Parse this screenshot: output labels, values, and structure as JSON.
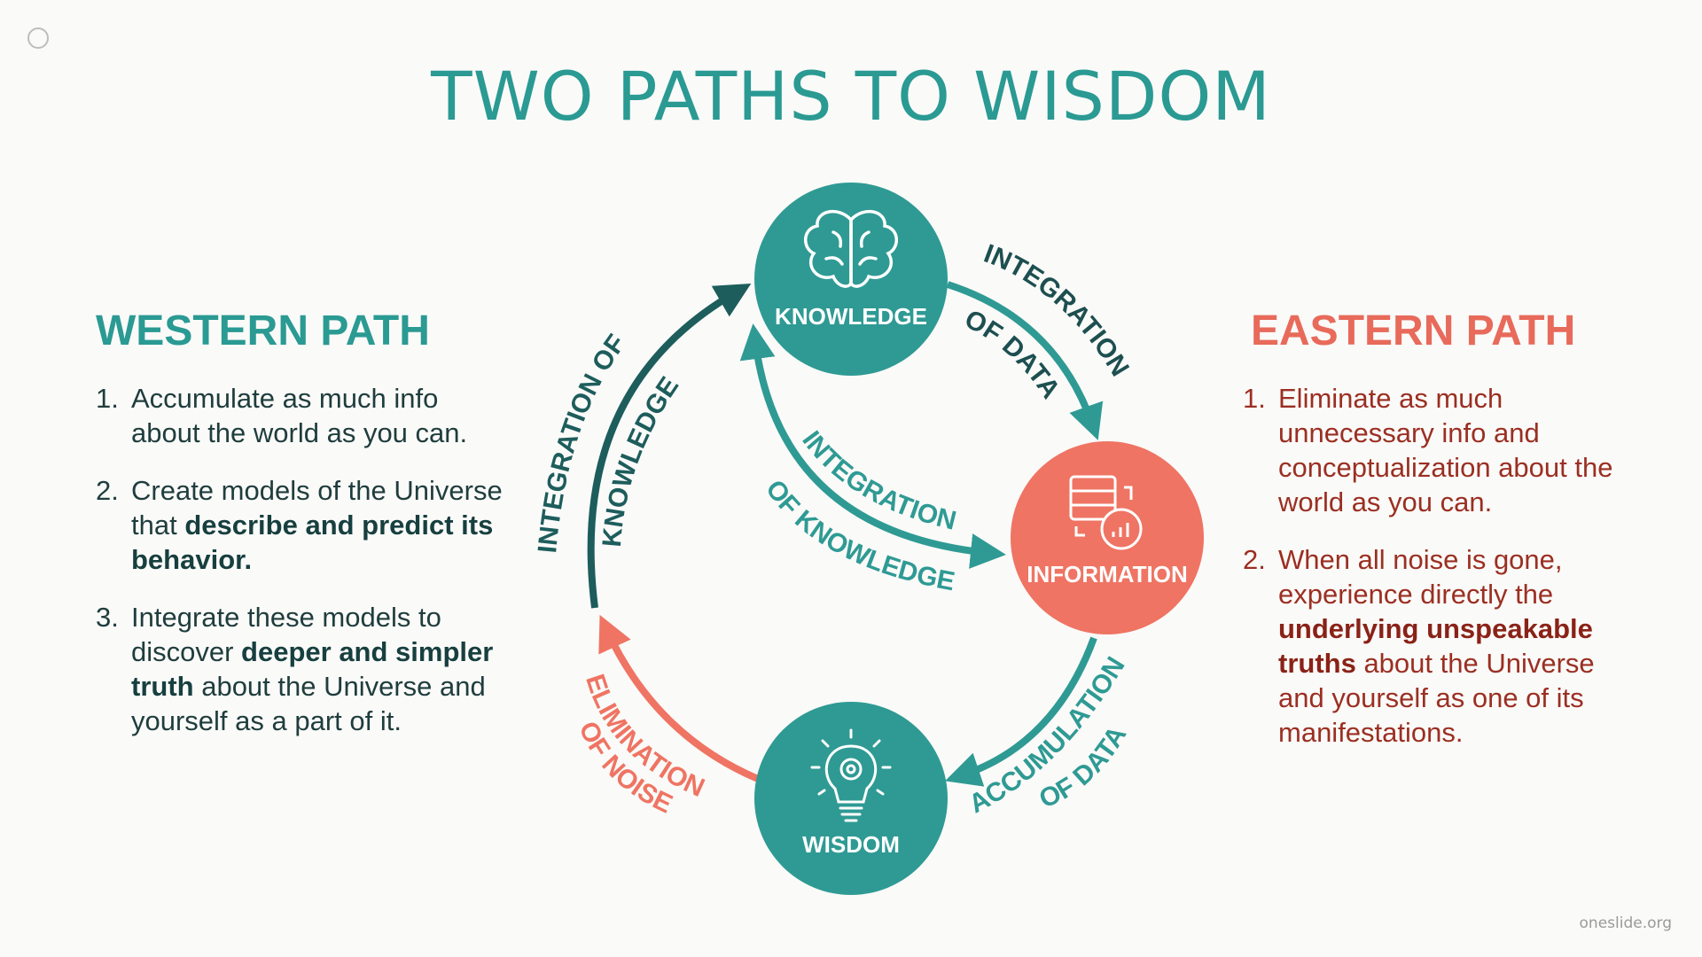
{
  "title": "TWO PATHS TO WISDOM",
  "colors": {
    "teal": "#2f9a94",
    "dark_teal": "#1d5d5c",
    "coral": "#ef7463",
    "east_text": "#9b2f22"
  },
  "western": {
    "heading": "WESTERN PATH",
    "items": [
      {
        "num": "1.",
        "parts": [
          {
            "text": "Accumulate as much info about the world as you can.",
            "bold": false
          }
        ]
      },
      {
        "num": "2.",
        "parts": [
          {
            "text": "Create models of the Universe that ",
            "bold": false
          },
          {
            "text": "describe and predict its behavior.",
            "bold": true
          }
        ]
      },
      {
        "num": "3.",
        "parts": [
          {
            "text": "Integrate these models to discover ",
            "bold": false
          },
          {
            "text": "deeper and simpler truth",
            "bold": true
          },
          {
            "text": " about the Universe and yourself as a part of it.",
            "bold": false
          }
        ]
      }
    ]
  },
  "eastern": {
    "heading": "EASTERN PATH",
    "items": [
      {
        "num": "1.",
        "parts": [
          {
            "text": "Eliminate as much unnecessary info and conceptualization about the world as you can.",
            "bold": false
          }
        ]
      },
      {
        "num": "2.",
        "parts": [
          {
            "text": "When all noise is gone, experience directly the ",
            "bold": false
          },
          {
            "text": "underlying unspeakable truths",
            "bold": true
          },
          {
            "text": " about the Universe and yourself as one of its manifestations.",
            "bold": false
          }
        ]
      }
    ]
  },
  "diagram": {
    "nodes": {
      "knowledge": {
        "label": "KNOWLEDGE",
        "icon": "brain-icon"
      },
      "information": {
        "label": "INFORMATION",
        "icon": "database-chart-icon"
      },
      "wisdom": {
        "label": "WISDOM",
        "icon": "lightbulb-gear-icon"
      }
    },
    "arrows": {
      "integration_of_data": [
        "INTEGRATION",
        "OF DATA"
      ],
      "accumulation_of_data": [
        "ACCUMULATION",
        "OF DATA"
      ],
      "elimination_of_noise": [
        "ELIMINATION",
        "OF NOISE"
      ],
      "integration_of_knowledge_outer": [
        "INTEGRATION OF",
        "KNOWLEDGE"
      ],
      "integration_of_knowledge_inner": [
        "INTEGRATION",
        "OF KNOWLEDGE"
      ]
    }
  },
  "watermark": "oneslide.org"
}
